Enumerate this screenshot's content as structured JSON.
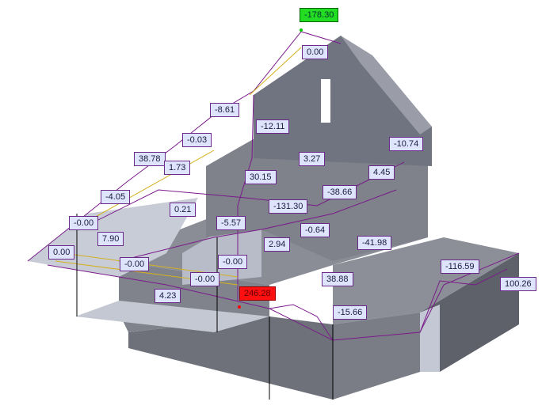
{
  "colors": {
    "wall_dark": "#6d7079",
    "wall_mid": "#8a8d96",
    "slab": "#b9bdc8",
    "diagram": "#7a1a8a",
    "max": "#ff1010",
    "min": "#22dd22",
    "label_bg": "#dde4fb"
  },
  "min_label": "-178.30",
  "max_label": "246.28",
  "labels": [
    "0.00",
    "-8.61",
    "-12.11",
    "-0.03",
    "38.78",
    "1.73",
    "30.15",
    "3.27",
    "-10.74",
    "4.45",
    "-38.66",
    "-4.05",
    "-131.30",
    "0.21",
    "-0.00",
    "-5.57",
    "-0.64",
    "7.90",
    "2.94",
    "-41.98",
    "0.00",
    "-0.00",
    "-0.00",
    "-116.59",
    "-0.00",
    "4.23",
    "38.88",
    "100.26",
    "-15.66"
  ]
}
